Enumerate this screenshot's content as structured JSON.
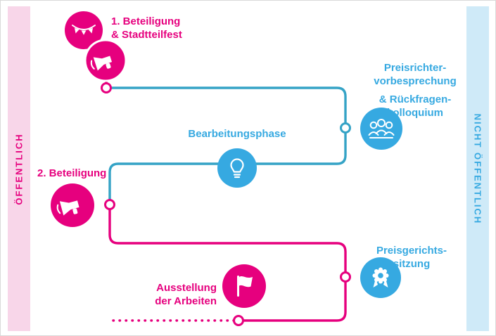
{
  "bands": {
    "left": {
      "label": "ÖFFENTLICH"
    },
    "right": {
      "label": "NICHT ÖFFENTLICH"
    }
  },
  "steps": {
    "beteiligung1": {
      "line1": "1. Beteiligung",
      "line2": "& Stadtteilfest",
      "icons": [
        "banner-icon",
        "megaphone-icon"
      ]
    },
    "preisrichter": {
      "line1": "Preisrichter-",
      "line2": "vorbesprechung",
      "line3": "& Rückfragen-",
      "line4": "kolloquium",
      "icon": "people-icon"
    },
    "bearbeitungsphase": {
      "label": "Bearbeitungsphase",
      "icon": "lightbulb-icon"
    },
    "beteiligung2": {
      "label": "2. Beteiligung",
      "icon": "megaphone-icon"
    },
    "preisgericht": {
      "line1": "Preisgerichts-",
      "line2": "sitzung",
      "icon": "award-icon"
    },
    "ausstellung": {
      "line1": "Ausstellung",
      "line2": "der Arbeiten",
      "icon": "flag-icon"
    }
  },
  "colors": {
    "pink": "#e6007e",
    "blue": "#36a9e1",
    "teal": "#35a3c6",
    "pink_band": "#f8d6e9",
    "blue_band": "#cfeaf8"
  }
}
